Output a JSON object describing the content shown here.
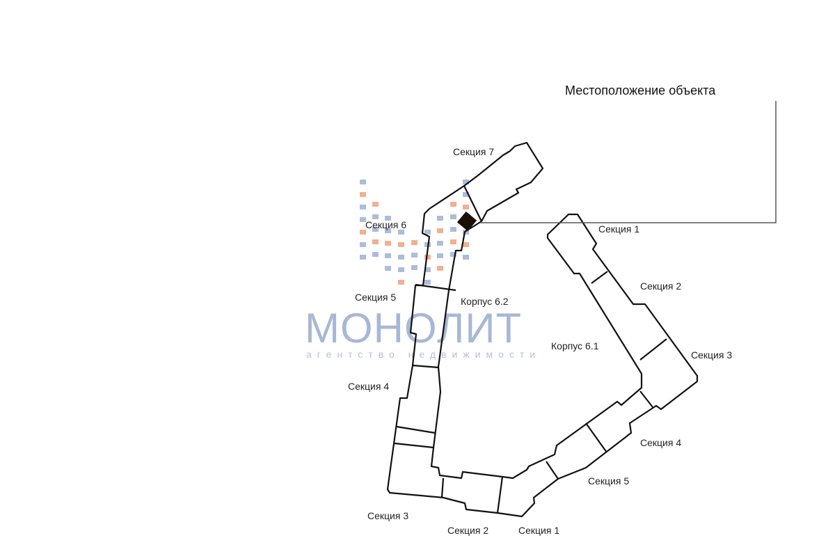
{
  "title": "Местоположение объекта",
  "watermark": {
    "name": "МОНОЛИТ",
    "tagline": "агентство недвижимости",
    "blue": "#9fb0d4",
    "orange": "#f0a27c"
  },
  "marker_color": "#1a1008",
  "buildings": [
    {
      "name": "Корпус 6.2",
      "sections": [
        "Секция 7",
        "Секция 6",
        "Секция 5",
        "Секция 4",
        "Секция 3",
        "Секция 2",
        "Секция 1"
      ]
    },
    {
      "name": "Корпус 6.1",
      "sections": [
        "Секция 1",
        "Секция 2",
        "Секция 3",
        "Секция 4",
        "Секция 5"
      ]
    }
  ]
}
